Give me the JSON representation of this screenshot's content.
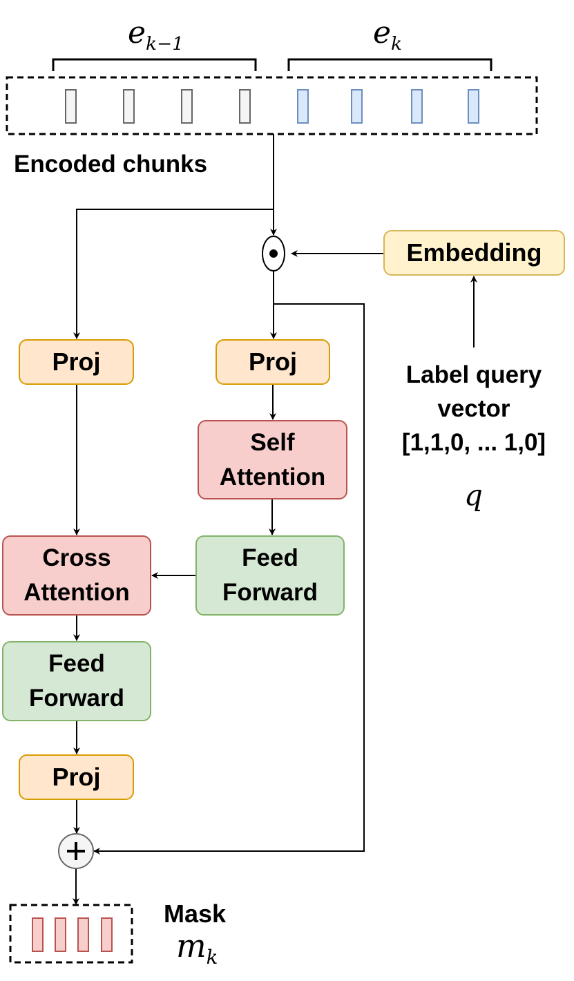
{
  "encoded": {
    "label": "Encoded chunks",
    "prev_chunk": "e",
    "prev_sub": "k−1",
    "cur_chunk": "e",
    "cur_sub": "k"
  },
  "embedding": {
    "label": "Embedding"
  },
  "query": {
    "line1": "Label query",
    "line2": "vector",
    "line3": "[1,1,0, ... 1,0]",
    "symbol": "q"
  },
  "left_branch": {
    "proj_top": "Proj",
    "cross_attention_1": "Cross",
    "cross_attention_2": "Attention",
    "feed_forward_1": "Feed",
    "feed_forward_2": "Forward",
    "proj_bottom": "Proj"
  },
  "right_branch": {
    "proj": "Proj",
    "self_attention_1": "Self",
    "self_attention_2": "Attention",
    "feed_forward_1": "Feed",
    "feed_forward_2": "Forward"
  },
  "operators": {
    "elementwise": "⊙",
    "add": "+"
  },
  "mask": {
    "label": "Mask",
    "symbol": "m",
    "sub": "k"
  },
  "colors": {
    "proj": "#ffe6cc",
    "attention": "#f8cecc",
    "feed_forward": "#d5e8d4",
    "embedding": "#fff2cc",
    "chunk_prev": "#f5f5f5",
    "chunk_cur": "#dae8fc",
    "mask": "#f8cecc"
  }
}
